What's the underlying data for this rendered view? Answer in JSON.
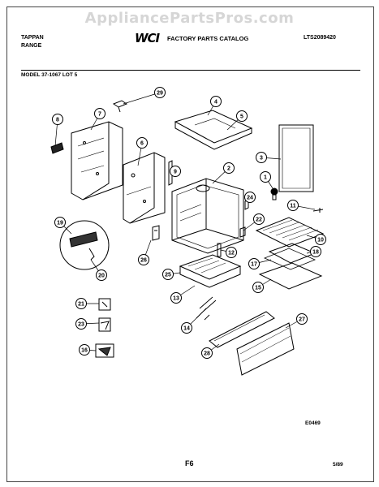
{
  "watermark": "AppliancePartsPros.com",
  "header": {
    "brand_line1": "TAPPAN",
    "brand_line2": "RANGE",
    "logo": "WCI",
    "catalog_title": "FACTORY PARTS CATALOG",
    "catalog_number": "LTS2089420",
    "model_line": "MODEL 37-1067 LOT 5"
  },
  "callouts": [
    "1",
    "2",
    "3",
    "4",
    "5",
    "6",
    "7",
    "8",
    "9",
    "10",
    "11",
    "12",
    "13",
    "14",
    "15",
    "16",
    "17",
    "18",
    "19",
    "20",
    "21",
    "22",
    "23",
    "24",
    "25",
    "26",
    "27",
    "28",
    "29"
  ],
  "footer": {
    "drawing_code": "E0469",
    "page_label": "F6",
    "date_code": "5/89"
  }
}
